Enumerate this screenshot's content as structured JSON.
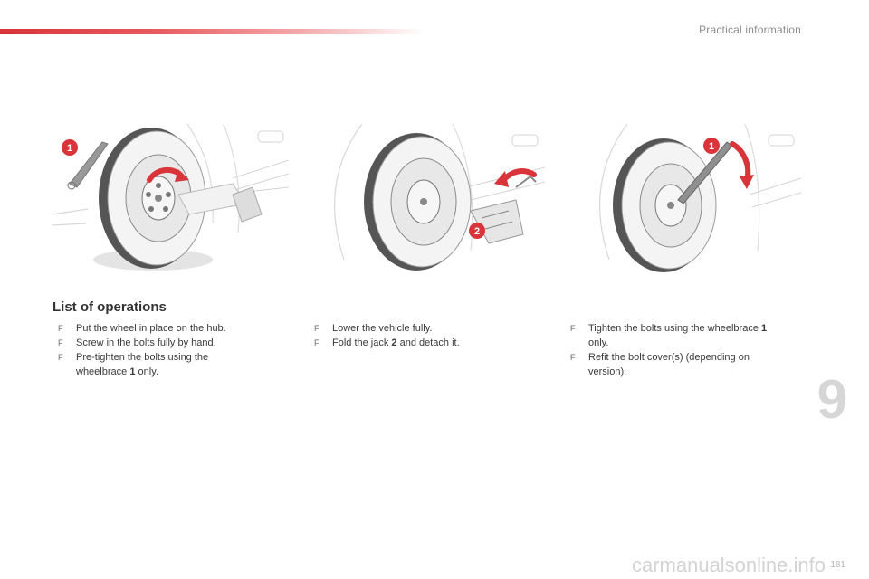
{
  "header": {
    "section_title": "Practical information",
    "accent_color": "#d9343a"
  },
  "chapter_number": "9",
  "page_number": "181",
  "watermark": "carmanualsonline.info",
  "figures": [
    {
      "callout": "1"
    },
    {
      "callout": "2"
    },
    {
      "callout": "1"
    }
  ],
  "heading": "List of operations",
  "bullet_glyph": "F",
  "columns": [
    {
      "steps": [
        {
          "text": "Put the wheel in place on the hub."
        },
        {
          "text": "Screw in the bolts fully by hand."
        },
        {
          "text": "Pre-tighten the bolts using the wheelbrace ",
          "num": "1",
          "tail": " only."
        }
      ]
    },
    {
      "steps": [
        {
          "text": "Lower the vehicle fully."
        },
        {
          "text": "Fold the jack ",
          "num": "2",
          "tail": " and detach it."
        }
      ]
    },
    {
      "steps": [
        {
          "text": "Tighten the bolts using the wheelbrace ",
          "num": "1",
          "tail": " only."
        },
        {
          "text": "Refit the bolt cover(s) (depending on version)."
        }
      ]
    }
  ]
}
